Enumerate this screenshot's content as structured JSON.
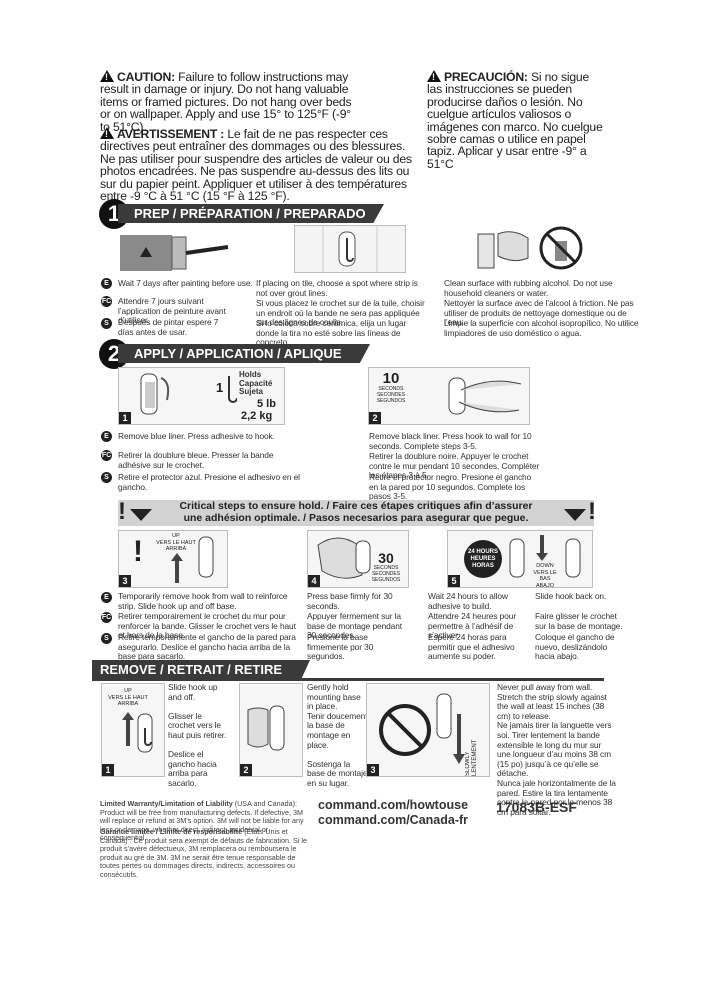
{
  "warnings": {
    "caution_en": {
      "label": "CAUTION:",
      "text": "Failure to follow instructions may result in damage or injury. Do not hang valuable items or framed pictures. Do not hang over beds or on wallpaper. Apply and use 15° to 125°F (-9° to 51°C)."
    },
    "caution_fr": {
      "label": "AVERTISSEMENT :",
      "text": "Le fait de ne pas respecter ces directives peut entraîner des dommages ou des blessures. Ne pas utiliser pour suspendre des articles de valeur ou des photos encadrées. Ne pas suspendre au-dessus des lits ou sur du papier peint. Appliquer et utiliser à des températures entre -9 °C à 51 °C (15 °F à 125 °F)."
    },
    "caution_es": {
      "label": "PRECAUCIÓN:",
      "text": "Si no sigue las instrucciones se pueden producirse daños o lesión. No cuelgue artículos valiosos o imágenes con marco. No cuelgue sobre camas o utilice en papel tapiz. Aplicar y usar entre -9° a 51°C"
    }
  },
  "section1": {
    "number": "1",
    "title": "PREP / PRÉPARATION / PREPARADO",
    "col1": {
      "e": "Wait 7 days after painting before use.",
      "fc": "Attendre 7 jours suivant l’application de peinture avant d’utiliser.",
      "s": "Después de pintar espere 7 días antes de usar."
    },
    "col2": {
      "e": "If placing on tile, choose a spot where strip is not over grout lines.",
      "fc": "Si vous placez le crochet sur de la tuile, choisir un endroit où la bande ne sera pas appliquée sur des lignes de coulis.",
      "s": "Si lo coloca sobre cerámica, elija un lugar donde la tira no esté sobre las líneas de concreto."
    },
    "col3": {
      "e": "Clean surface with rubbing alcohol. Do not use household cleaners or water.",
      "fc": "Nettoyer la surface avec de l’alcool à friction. Ne pas utiliser de produits de nettoyage domestique ou de l’eau.",
      "s": "Limpie la superficie con alcohol isopropílico. No utilice limpiadores de uso doméstico o agua."
    }
  },
  "section2": {
    "number": "2",
    "title": "APPLY / APPLICATION / APLIQUE",
    "holds": {
      "num": "1",
      "line1": "Holds",
      "line2": "Capacité",
      "line3": "Sujeta",
      "lb": "5 lb",
      "kg": "2,2 kg"
    },
    "timer10": {
      "num": "10",
      "l1": "SECONDS",
      "l2": "SECONDES",
      "l3": "SEGUNDOS"
    },
    "step1": {
      "e": "Remove blue liner. Press adhesive to hook.",
      "fc": "Retirer la doublure bleue. Presser la bande adhésive sur le crochet.",
      "s": "Retire el protector azul. Presione el adhesivo en el gancho."
    },
    "step2": {
      "e": "Remove black liner. Press hook to wall for 10 seconds. Complete steps 3-5.",
      "fc": "Retirer la doublure noire. Appuyer le crochet contre le mur pendant 10 secondes. Compléter les étapes 3 à 5.",
      "s": "Retire el protector negro. Presione el gancho en la pared por 10 segundos. Complete los pasos 3-5."
    }
  },
  "critical": {
    "line1": "Critical steps to ensure hold. / Faire ces étapes critiques afin d’assurer",
    "line2": "une adhésion optimale. / Pasos necesarios para asegurar que pegue."
  },
  "steps345": {
    "up_label": [
      "UP",
      "VERS LE HAUT",
      "ARRIBA"
    ],
    "timer30": {
      "num": "30",
      "l1": "SECONDS",
      "l2": "SECONDES",
      "l3": "SEGUNDOS"
    },
    "hours24": [
      "24 HOURS",
      "HEURES",
      "HORAS"
    ],
    "down_label": [
      "DOWN",
      "VERS LE BAS",
      "ABAJO"
    ],
    "s3": {
      "e": "Temporarily remove hook from wall to reinforce strip. Slide hook up and off base.",
      "fc": "Retirer temporairement le crochet du mur pour renforcer la bande. Glisser le crochet vers le haut et hors de la base.",
      "s": "Retire temporalmente el gancho de la pared para asegurarlo. Deslice el gancho hacia arriba de la base para sacarlo."
    },
    "s4": {
      "e": "Press base firmly for 30 seconds.",
      "fc": "Appuyer fermement sur la base de montage pendant 30 secondes.",
      "s": "Presione la base firmemente por 30 segundos."
    },
    "s5a": {
      "e": "Wait 24 hours to allow adhesive to build.",
      "fc": "Attendre 24 heures pour permettre à l’adhésif de s’activer.",
      "s": "Espere 24 horas para permitir que el adhesivo aumente su poder."
    },
    "s5b": {
      "e": "Slide hook back on.",
      "fc": "Faire glisser le crochet sur la base de montage.",
      "s": "Coloque el gancho de nuevo, deslizándolo hacia abajo."
    }
  },
  "remove": {
    "title": "REMOVE / RETRAIT / RETIRE",
    "up_label": [
      "UP",
      "VERS LE HAUT",
      "ARRIBA"
    ],
    "slowly": [
      "SLOWLY",
      "LENTEMENT"
    ],
    "r1": "Slide hook up and off.\n\nGlisser le crochet vers le haut puis retirer.\n\nDeslice el gancho hacia arriba para sacarlo.",
    "r2": "Gently hold mounting base in place.\nTenir doucement la base de montage en place.\n\nSostenga la base de montaje en su lugar.",
    "r3": "Never pull away from wall. Stretch the strip slowly against the wall at least 15 inches (38 cm) to release.\nNe jamais tirer la languette vers soi. Tirer lentement la bande extensible le long du mur sur une longueur d’au moins 38 cm (15 po) jusqu’à ce qu’elle se détache.\nNunca jale horizontalmente de la pared. Estire la tira lentamente contra la pared por lo menos 38 cm para soltar."
  },
  "footer": {
    "warranty_en_label": "Limited Warranty/Limitation of Liability",
    "warranty_en": " (USA and Canada): Product will be free from manufacturing defects. If defective, 3M will replace or refund at 3M’s option. 3M will not be liable for any loss or damage, whether direct, indirect, incidental or consequential.",
    "warranty_fr_label": "Garantie limitée / Limite de responsabilité",
    "warranty_fr": " (États-Unis et Canada) : Ce produit sera exempt de défauts de fabrication. Si le produit s’avère défectueux, 3M remplacera ou remboursera le produit au gré de 3M. 3M ne serait être tenue responsable de toutes pertes ou dommages directs, indirects, accessoires ou consécutifs.",
    "url1": "command.com/howtouse",
    "url2": "command.com/Canada-fr",
    "code": "17083B-ESF"
  },
  "langs": {
    "e": "E",
    "fc": "FC",
    "s": "S"
  },
  "colors": {
    "bar": "#3a3a3a",
    "critical": "#d2d2d2",
    "panel": "#f6f6f6"
  }
}
